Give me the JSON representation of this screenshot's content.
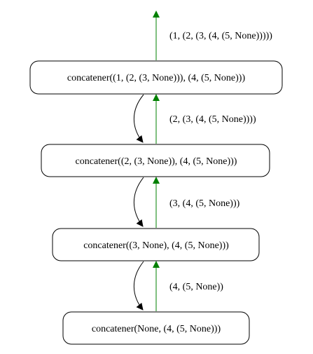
{
  "nodes": [
    {
      "label": "concatener((1, (2, (3, None))), (4, (5, None)))"
    },
    {
      "label": "concatener((2, (3, None)), (4, (5, None)))"
    },
    {
      "label": "concatener((3, None), (4, (5, None)))"
    },
    {
      "label": "concatener(None, (4, (5, None)))"
    }
  ],
  "return_labels": [
    "(1, (2, (3, (4, (5, None)))))",
    "(2, (3, (4, (5, None))))",
    "(3, (4, (5, None)))",
    "(4, (5, None))"
  ],
  "colors": {
    "return_edge": "#008000",
    "call_edge": "#000000"
  }
}
